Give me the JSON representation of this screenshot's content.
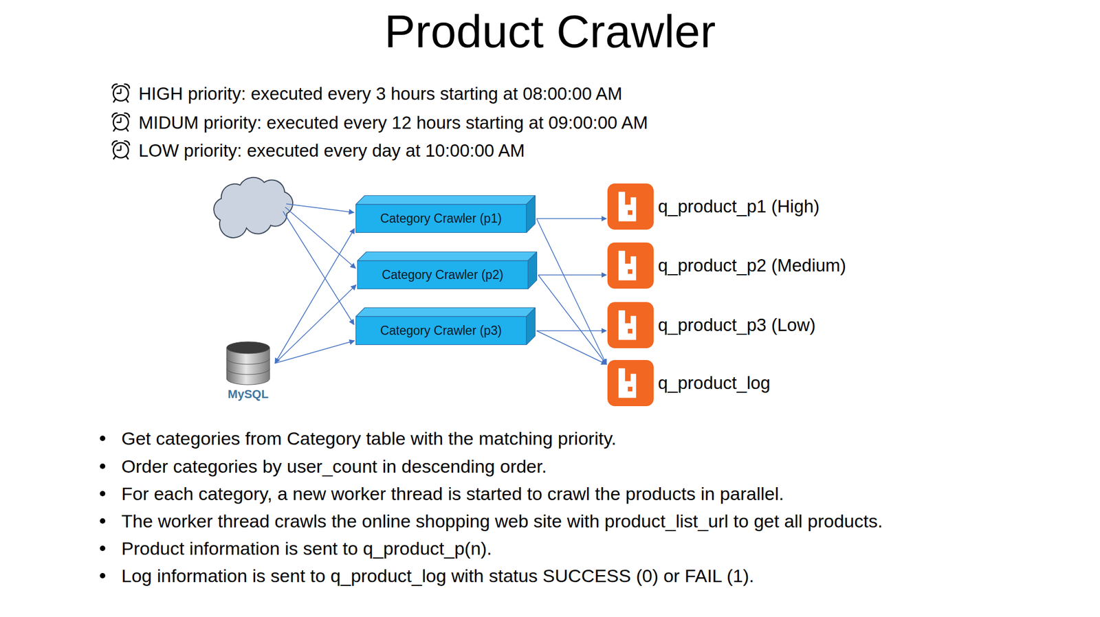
{
  "diagram": {
    "title": "Product Crawler",
    "nodes": [
      {
        "text": [
          "Category Crawler (p1)"
        ]
      },
      {
        "text": [
          "Category Crawler (p2)"
        ]
      },
      {
        "text": [
          "Category Crawler (p3)"
        ]
      },
      {
        "text": [
          "q_product_p1 (High)"
        ]
      },
      {
        "text": [
          "q_product_p2 (Medium)"
        ]
      },
      {
        "text": [
          "q_product_p3 (Low)"
        ]
      },
      {
        "text": [
          "q_product_log"
        ]
      },
      {
        "text": [
          "MySQL"
        ]
      }
    ],
    "edges": [
      {
        "from": 0,
        "to": 3,
        "arrow": "to"
      },
      {
        "from": 1,
        "to": 4,
        "arrow": "to"
      },
      {
        "from": 2,
        "to": 5,
        "arrow": "to"
      },
      {
        "from": 0,
        "to": 6,
        "arrow": "to"
      },
      {
        "from": 1,
        "to": 6,
        "arrow": "to"
      },
      {
        "from": 2,
        "to": 6,
        "arrow": "to"
      },
      {
        "from": 7,
        "to": 0,
        "arrow": "both"
      },
      {
        "from": 7,
        "to": 1,
        "arrow": "to"
      },
      {
        "from": 7,
        "to": 2,
        "arrow": "to"
      }
    ],
    "labels": [
      "HIGH priority: executed every 3 hours starting at 08:00:00 AM",
      "MIDUM priority: executed every 12 hours starting at 09:00:00 AM",
      "LOW priority: executed every day at 10:00:00 AM",
      "Get categories from Category table with the matching priority.",
      "Order categories by user_count in descending order.",
      "For each category, a new worker thread is started to crawl the products in parallel.",
      "The worker thread crawls the online shopping web site with product_list_url to get all products.",
      "Product information is sent to q_product_p(n).",
      "Log information is sent to q_product_log with status SUCCESS (0) or FAIL (1)."
    ]
  }
}
